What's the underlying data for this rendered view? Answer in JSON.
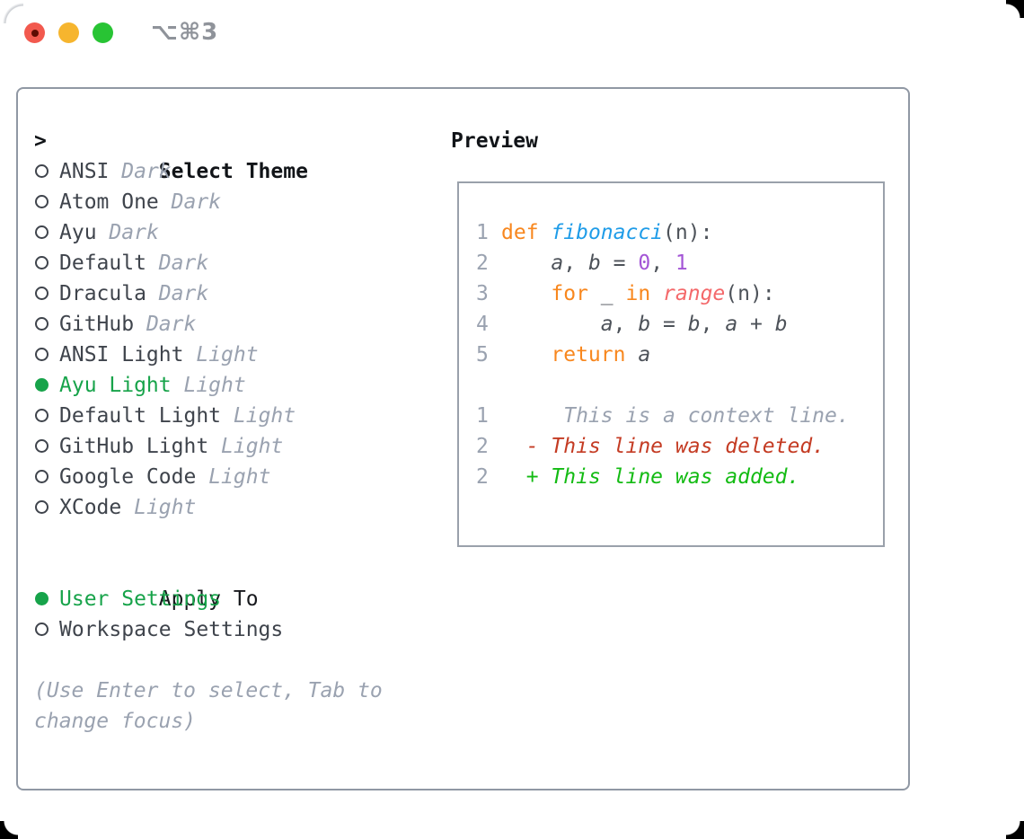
{
  "window": {
    "title": "⌥⌘3"
  },
  "icons": {
    "caret": ">",
    "radio_unselected": "circle-outline",
    "radio_selected": "circle-filled",
    "close": "red-dot-with-center",
    "minimize": "yellow-dot",
    "zoom": "green-dot"
  },
  "colors": {
    "traffic_red": "#f2594e",
    "traffic_yellow": "#f6b52e",
    "traffic_green": "#28c434",
    "border": "#9098a4",
    "heading": "#111418",
    "item_text": "#3f444c",
    "muted": "#9aa2b0",
    "selected_green": "#17a34a",
    "code_text": "#4d5259",
    "keyword_orange": "#f8871e",
    "function_blue": "#1f9ce8",
    "number_purple": "#a355d6",
    "builtin_red": "#f4696b",
    "deleted_red": "#c43b23",
    "added_green": "#13bb13"
  },
  "theme_list": {
    "header": "Select Theme",
    "items": [
      {
        "name": "ANSI",
        "tag": "Dark",
        "selected": false
      },
      {
        "name": "Atom One",
        "tag": "Dark",
        "selected": false
      },
      {
        "name": "Ayu",
        "tag": "Dark",
        "selected": false
      },
      {
        "name": "Default",
        "tag": "Dark",
        "selected": false
      },
      {
        "name": "Dracula",
        "tag": "Dark",
        "selected": false
      },
      {
        "name": "GitHub",
        "tag": "Dark",
        "selected": false
      },
      {
        "name": "ANSI Light",
        "tag": "Light",
        "selected": false
      },
      {
        "name": "Ayu Light",
        "tag": "Light",
        "selected": true
      },
      {
        "name": "Default Light",
        "tag": "Light",
        "selected": false
      },
      {
        "name": "GitHub Light",
        "tag": "Light",
        "selected": false
      },
      {
        "name": "Google Code",
        "tag": "Light",
        "selected": false
      },
      {
        "name": "XCode",
        "tag": "Light",
        "selected": false
      }
    ]
  },
  "apply_to": {
    "header": "Apply To",
    "options": [
      {
        "label": "User Settings",
        "selected": true
      },
      {
        "label": "Workspace Settings",
        "selected": false
      }
    ]
  },
  "hint_lines": [
    "(Use Enter to select, Tab to",
    "change focus)"
  ],
  "preview": {
    "header": "Preview",
    "lines": [
      {
        "num": "1",
        "segments": [
          {
            "t": "def",
            "c": "kw"
          },
          {
            "t": " "
          },
          {
            "t": "fibonacci",
            "c": "fn",
            "i": true
          },
          {
            "t": "(n):"
          }
        ]
      },
      {
        "num": "2",
        "segments": [
          {
            "t": "    "
          },
          {
            "t": "a",
            "i": true
          },
          {
            "t": ", "
          },
          {
            "t": "b",
            "i": true
          },
          {
            "t": " = "
          },
          {
            "t": "0",
            "c": "num"
          },
          {
            "t": ", "
          },
          {
            "t": "1",
            "c": "num"
          }
        ]
      },
      {
        "num": "3",
        "segments": [
          {
            "t": "    "
          },
          {
            "t": "for",
            "c": "kw"
          },
          {
            "t": " _ "
          },
          {
            "t": "in",
            "c": "kw"
          },
          {
            "t": " "
          },
          {
            "t": "range",
            "c": "bi",
            "i": true
          },
          {
            "t": "(n):"
          }
        ]
      },
      {
        "num": "4",
        "segments": [
          {
            "t": "        "
          },
          {
            "t": "a",
            "i": true
          },
          {
            "t": ", "
          },
          {
            "t": "b",
            "i": true
          },
          {
            "t": " = "
          },
          {
            "t": "b",
            "i": true
          },
          {
            "t": ", "
          },
          {
            "t": "a",
            "i": true
          },
          {
            "t": " + "
          },
          {
            "t": "b",
            "i": true
          }
        ]
      },
      {
        "num": "5",
        "segments": [
          {
            "t": "    "
          },
          {
            "t": "return",
            "c": "kw"
          },
          {
            "t": " "
          },
          {
            "t": "a",
            "i": true
          }
        ]
      },
      {
        "num": "",
        "segments": []
      },
      {
        "num": "1",
        "segments": [
          {
            "t": "     This is a context line.",
            "c": "ctx",
            "i": true
          }
        ]
      },
      {
        "num": "2",
        "segments": [
          {
            "t": "  "
          },
          {
            "t": "- This line was deleted.",
            "c": "del",
            "i": true
          }
        ]
      },
      {
        "num": "2",
        "segments": [
          {
            "t": "  "
          },
          {
            "t": "+ This line was added.",
            "c": "add",
            "i": true
          }
        ]
      }
    ]
  }
}
